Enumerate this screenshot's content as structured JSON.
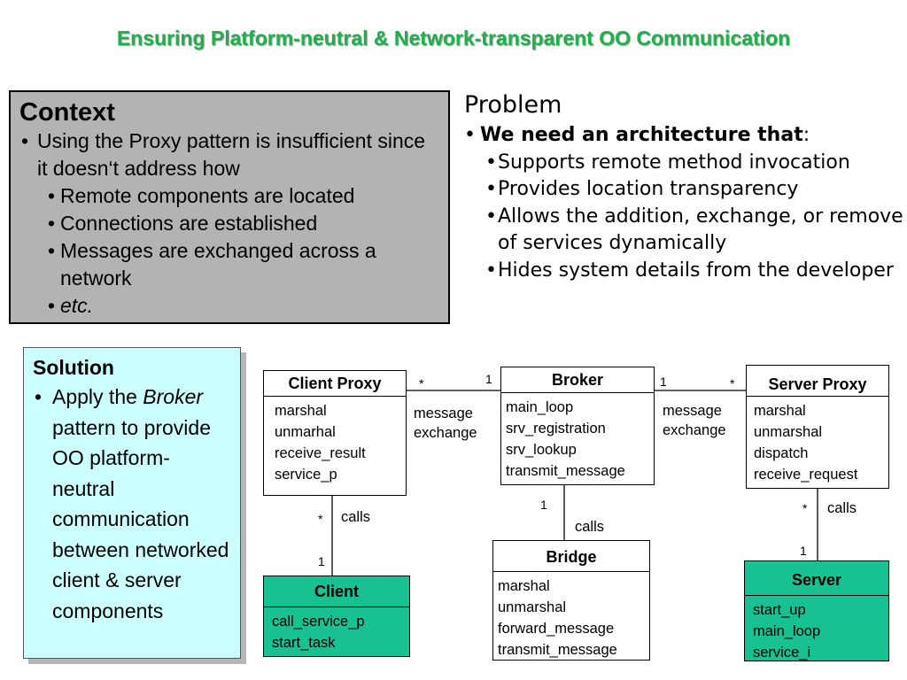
{
  "title": "Ensuring Platform-neutral & Network-transparent OO Communication",
  "context": {
    "heading": "Context",
    "items": [
      "Using the Proxy pattern is insufficient since it doesn‘t address how",
      "Remote components are located",
      "Connections are established",
      "Messages are exchanged across a network",
      "etc."
    ]
  },
  "problem": {
    "heading": "Problem",
    "lead_bold": "We need an architecture that",
    "lead_tail": ":",
    "items": [
      "Supports remote method invocation",
      "Provides location transparency",
      "Allows the addition, exchange, or remove of services dynamically",
      "Hides system details from the developer"
    ]
  },
  "solution": {
    "heading": "Solution",
    "text_before": "Apply the ",
    "text_em": "Broker",
    "text_after": " pattern to provide OO platform-neutral communication between networked client & server components"
  },
  "diagram": {
    "client_proxy": {
      "name": "Client Proxy",
      "ops": [
        "marshal",
        "unmarhal",
        "receive_result",
        "service_p"
      ]
    },
    "broker": {
      "name": "Broker",
      "ops": [
        "main_loop",
        "srv_registration",
        "srv_lookup",
        "transmit_message"
      ]
    },
    "server_proxy": {
      "name": "Server Proxy",
      "ops": [
        "marshal",
        "unmarshal",
        "dispatch",
        "receive_request"
      ]
    },
    "client": {
      "name": "Client",
      "ops": [
        "call_service_p",
        "start_task"
      ]
    },
    "bridge": {
      "name": "Bridge",
      "ops": [
        "marshal",
        "unmarshal",
        "forward_message",
        "transmit_message"
      ]
    },
    "server": {
      "name": "Server",
      "ops": [
        "start_up",
        "main_loop",
        "service_i"
      ]
    },
    "labels": {
      "msg_left_1": "message",
      "msg_left_2": "exchange",
      "msg_right_1": "message",
      "msg_right_2": "exchange",
      "calls_client": "calls",
      "calls_bridge": "calls",
      "calls_server": "calls"
    },
    "multiplicity": {
      "cp_broker_left": "*",
      "cp_broker_right": "1",
      "broker_sp_left": "1",
      "broker_sp_right": "*",
      "cp_client_top": "*",
      "cp_client_bottom": "1",
      "broker_bridge": "1",
      "sp_server_top": "*",
      "sp_server_bottom": "1"
    },
    "colors": {
      "green_box": "#17c191",
      "title": "#1eb04b",
      "context_bg": "#b3b3b3",
      "solution_bg": "#ccffff"
    }
  }
}
